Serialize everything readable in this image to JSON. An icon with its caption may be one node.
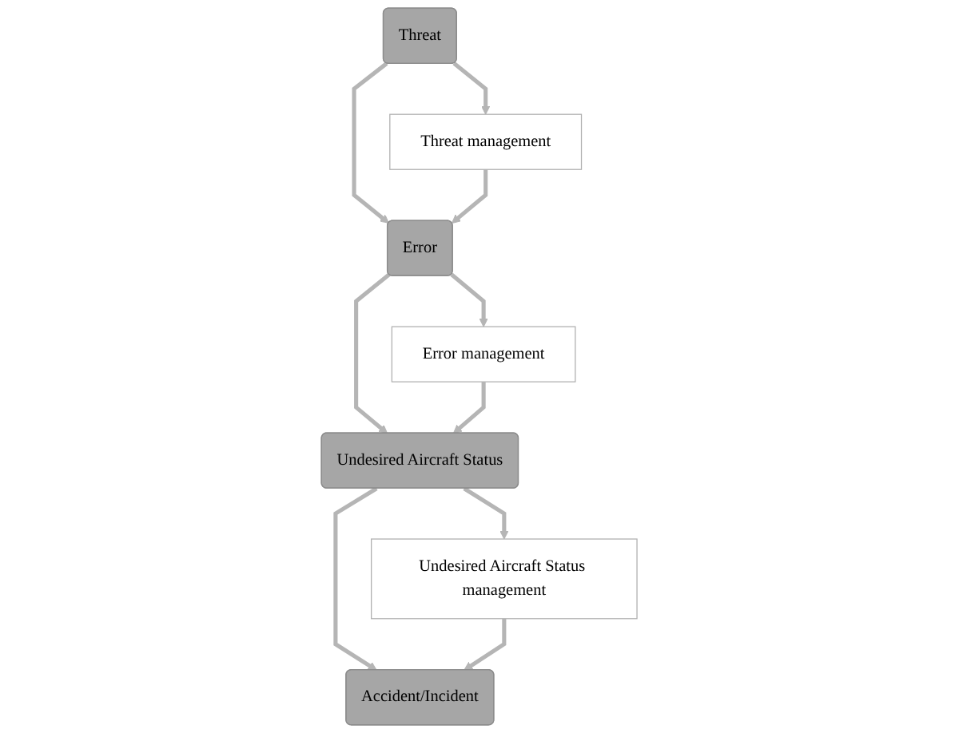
{
  "diagram": {
    "nodes": [
      {
        "text": [
          "Threat"
        ]
      },
      {
        "text": [
          "Threat management"
        ]
      },
      {
        "text": [
          "Error"
        ]
      },
      {
        "text": [
          "Error management"
        ]
      },
      {
        "text": [
          "Undesired Aircraft Status"
        ]
      },
      {
        "text": [
          "Undesired Aircraft Status management"
        ]
      },
      {
        "text": [
          "Accident/Incident"
        ]
      }
    ],
    "edges": [
      {
        "from": 0,
        "to": 2,
        "arrow": "to"
      },
      {
        "from": 2,
        "to": 4,
        "arrow": "to"
      },
      {
        "from": 4,
        "to": 6,
        "arrow": "to"
      },
      {
        "from": 0,
        "to": 1,
        "arrow": "to"
      },
      {
        "from": 1,
        "to": 2,
        "arrow": "to"
      },
      {
        "from": 2,
        "to": 3,
        "arrow": "to"
      },
      {
        "from": 3,
        "to": 4,
        "arrow": "to"
      },
      {
        "from": 4,
        "to": 5,
        "arrow": "to"
      },
      {
        "from": 5,
        "to": 6,
        "arrow": "to"
      }
    ]
  }
}
